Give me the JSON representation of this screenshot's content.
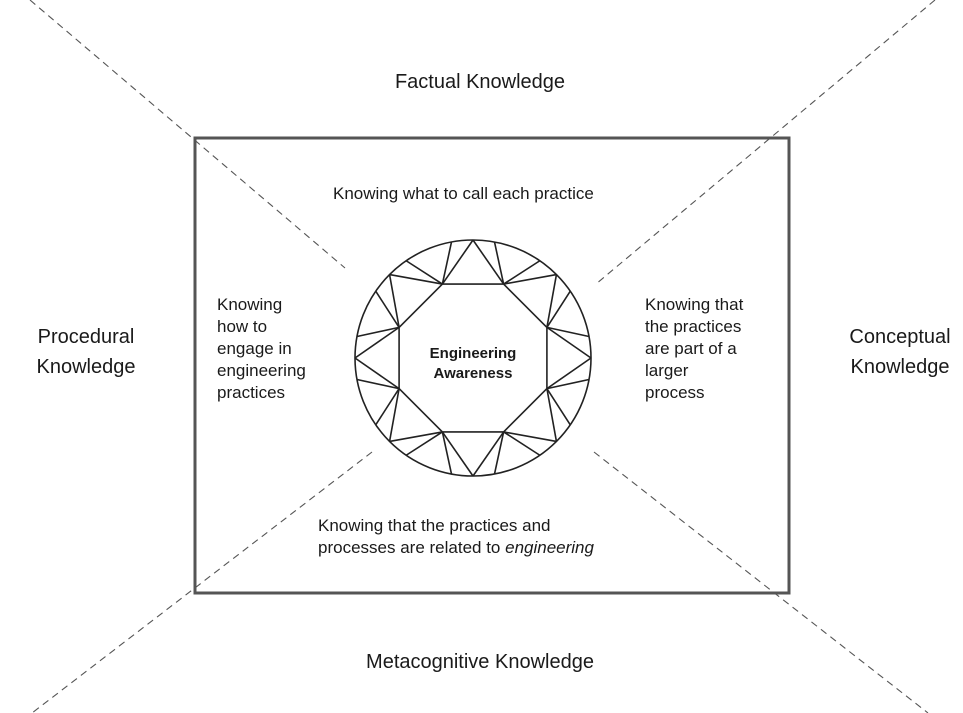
{
  "labels": {
    "top": "Factual Knowledge",
    "left": [
      "Procedural",
      "Knowledge"
    ],
    "right": [
      "Conceptual",
      "Knowledge"
    ],
    "bottom": "Metacognitive Knowledge"
  },
  "center": [
    "Engineering",
    "Awareness"
  ],
  "descriptions": {
    "top": "Knowing what to call each practice",
    "left": [
      "Knowing",
      "how to",
      "engage in",
      "engineering",
      "practices"
    ],
    "right": [
      "Knowing that",
      "the practices",
      "are part of a",
      "larger",
      "process"
    ],
    "bottom": {
      "line1": "Knowing that the practices and",
      "line2_prefix": "processes are related to ",
      "line2_emphasis": "engineering"
    }
  }
}
